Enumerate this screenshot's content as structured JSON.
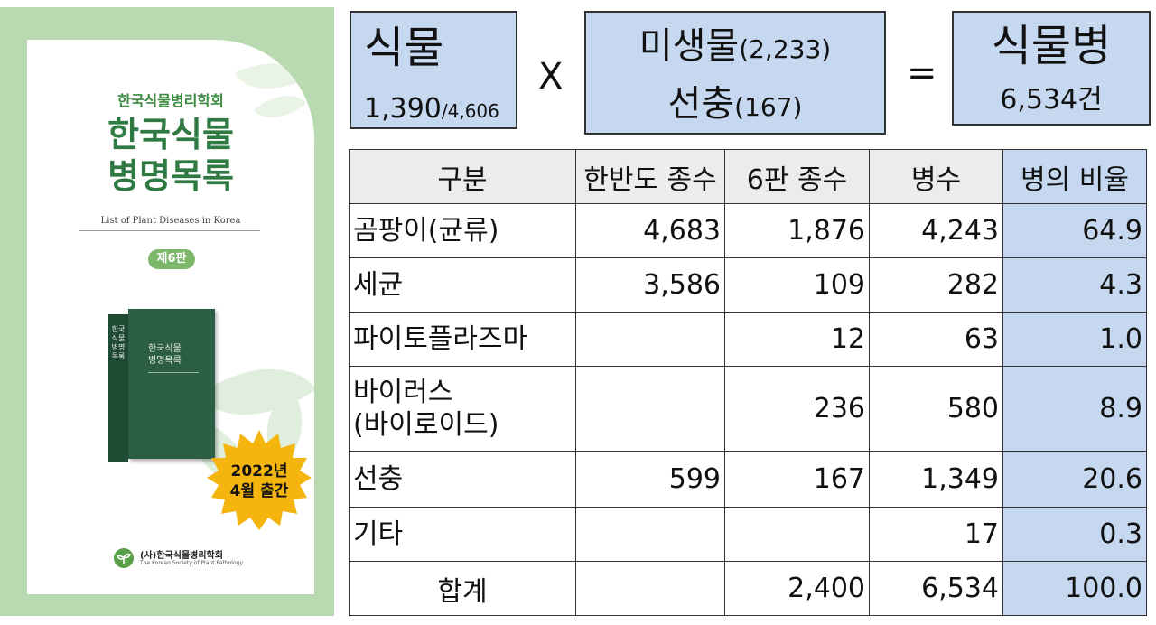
{
  "poster": {
    "society_top": "한국식물병리학회",
    "title_line1": "한국식물",
    "title_line2": "병명목록",
    "subtitle": "List of Plant Diseases in Korea",
    "edition": "제6판",
    "book_cover_line1": "한국식물",
    "book_cover_line2": "병명목록",
    "book_spine": "한국식물병명목록",
    "release_line1": "2022년",
    "release_line2": "4월 출간",
    "society_bottom": "(사)한국식물병리학회",
    "society_bottom_en": "The Korean Society of Plant Pathology",
    "colors": {
      "background": "#b9d9b0",
      "title": "#2f7a43",
      "book": "#2b5e42",
      "burst": "#f5b50f"
    }
  },
  "equation": {
    "plants": {
      "label": "식물",
      "count": "1,390",
      "total": "/4,606"
    },
    "operator_times": "X",
    "microbes": {
      "label": "미생물",
      "count": "(2,233)"
    },
    "nematodes": {
      "label": "선충",
      "count": "(167)"
    },
    "operator_equals": "=",
    "diseases": {
      "label": "식물병",
      "count": "6,534건"
    },
    "box_color": "#c6d8f0"
  },
  "table": {
    "headers": [
      "구분",
      "한반도 종수",
      "6판 종수",
      "병수",
      "병의 비율"
    ],
    "rows": [
      {
        "category": "곰팡이(균류)",
        "peninsula": "4,683",
        "edition6": "1,876",
        "diseases": "4,243",
        "ratio": "64.9"
      },
      {
        "category": "세균",
        "peninsula": "3,586",
        "edition6": "109",
        "diseases": "282",
        "ratio": "4.3"
      },
      {
        "category": "파이토플라즈마",
        "peninsula": "",
        "edition6": "12",
        "diseases": "63",
        "ratio": "1.0"
      },
      {
        "category": "바이러스",
        "category_line2": "(바이로이드)",
        "peninsula": "",
        "edition6": "236",
        "diseases": "580",
        "ratio": "8.9"
      },
      {
        "category": "선충",
        "peninsula": "599",
        "edition6": "167",
        "diseases": "1,349",
        "ratio": "20.6"
      },
      {
        "category": "기타",
        "peninsula": "",
        "edition6": "",
        "diseases": "17",
        "ratio": "0.3"
      }
    ],
    "total": {
      "category": "합계",
      "peninsula": "",
      "edition6": "2,400",
      "diseases": "6,534",
      "ratio": "100.0"
    }
  }
}
